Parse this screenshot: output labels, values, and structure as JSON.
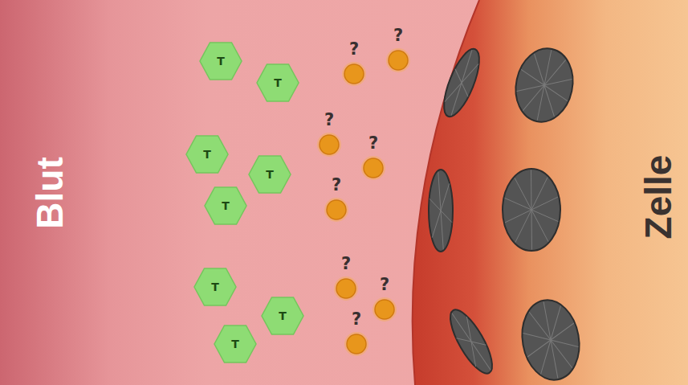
{
  "diagram": {
    "nodes": [
      {
        "text": [
          "T"
        ]
      },
      {
        "text": [
          "?"
        ]
      },
      {
        "text": [
          "?"
        ]
      },
      {
        "text": [
          "T"
        ]
      },
      {
        "text": [
          "?"
        ]
      },
      {
        "text": [
          "T"
        ]
      },
      {
        "text": [
          "?"
        ]
      },
      {
        "text": [
          "T"
        ]
      },
      {
        "text": [
          "T"
        ]
      },
      {
        "text": [
          "?"
        ]
      },
      {
        "text": [
          "T"
        ]
      },
      {
        "text": [
          "?"
        ]
      },
      {
        "text": [
          "?"
        ]
      },
      {
        "text": [
          "T"
        ]
      },
      {
        "text": [
          "T"
        ]
      },
      {
        "text": [
          "?"
        ]
      }
    ],
    "labels": [
      "Blut",
      "Zelle"
    ]
  }
}
